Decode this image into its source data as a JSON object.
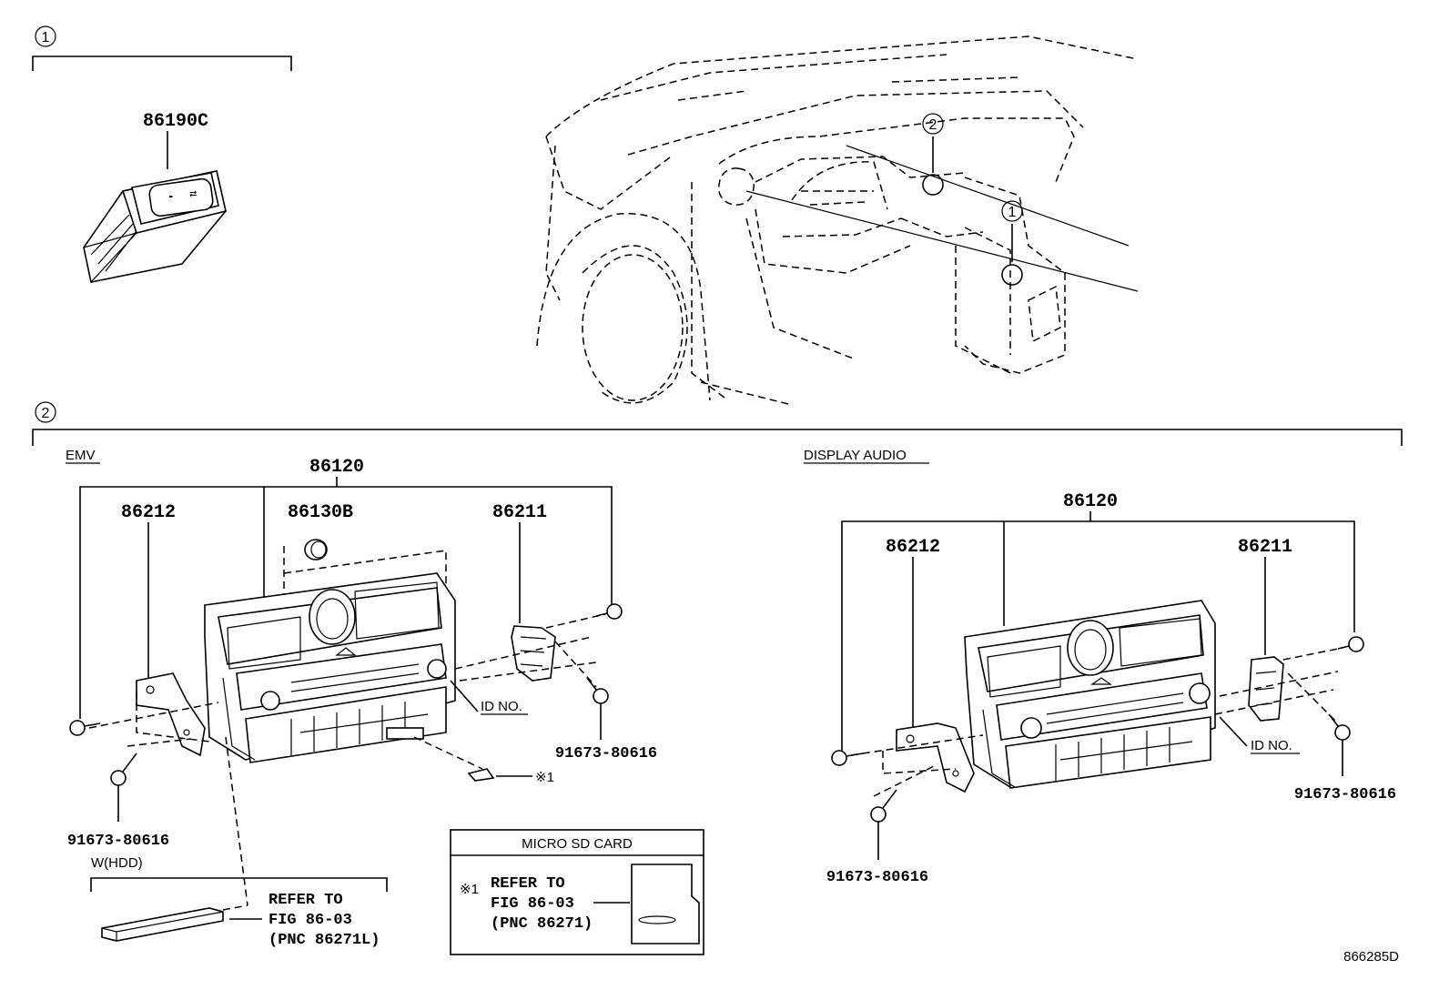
{
  "callouts": {
    "ref1": "1",
    "ref2": "2"
  },
  "section1": {
    "part_number": "86190C"
  },
  "section2": {
    "emv": {
      "title": "EMV",
      "parts": {
        "assembly": "86120",
        "bracket_left": "86212",
        "knob": "86130B",
        "bracket_right": "86211",
        "screw_left": "91673-80616",
        "screw_right": "91673-80616"
      },
      "id_no": "ID NO.",
      "note_ref": "※1",
      "hdd": {
        "title": "W(HDD)",
        "refer": [
          "REFER TO",
          "FIG 86-03",
          "(PNC 86271L)"
        ]
      },
      "micro_sd": {
        "title": "MICRO SD CARD",
        "note_mark": "※1",
        "refer": [
          "REFER TO",
          "FIG 86-03",
          "(PNC 86271)"
        ]
      }
    },
    "display_audio": {
      "title": "DISPLAY AUDIO",
      "parts": {
        "assembly": "86120",
        "bracket_left": "86212",
        "bracket_right": "86211",
        "screw_left": "91673-80616",
        "screw_right": "91673-80616"
      },
      "id_no": "ID NO."
    }
  },
  "figure_code": "866285D"
}
